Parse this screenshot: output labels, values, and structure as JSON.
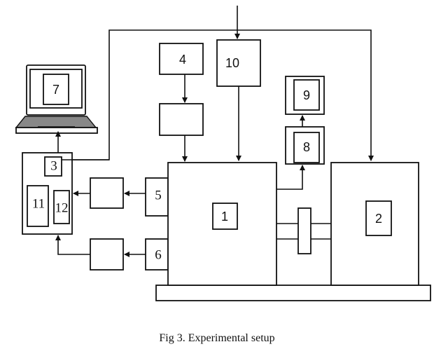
{
  "figure": {
    "caption": "Fig 3. Experimental setup"
  },
  "blocks": {
    "b1": "1",
    "b2": "2",
    "b3": "3",
    "b4": "4",
    "b5": "5",
    "b6": "6",
    "b7": "7",
    "b8": "8",
    "b9": "9",
    "b10": "10",
    "b11": "11",
    "b12": "12"
  }
}
